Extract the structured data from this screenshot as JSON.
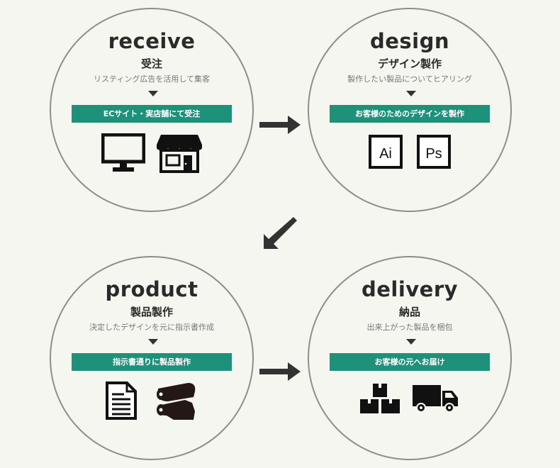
{
  "steps": [
    {
      "title": "receive",
      "subtitle": "受注",
      "description": "リスティング広告を活用して集客",
      "action": "ECサイト・実店舗にて受注",
      "icons": [
        "monitor-icon",
        "shop-icon"
      ]
    },
    {
      "title": "design",
      "subtitle": "デザイン製作",
      "description": "製作したい製品についてヒアリング",
      "action": "お客様のためのデザインを製作",
      "icons": [
        "illustrator-icon",
        "photoshop-icon"
      ],
      "icon_labels": [
        "Ai",
        "Ps"
      ]
    },
    {
      "title": "product",
      "subtitle": "製品製作",
      "description": "決定したデザインを元に指示書作成",
      "action": "指示書通りに製品製作",
      "icons": [
        "document-icon",
        "fabric-roll-icon"
      ]
    },
    {
      "title": "delivery",
      "subtitle": "納品",
      "description": "出来上がった製品を梱包",
      "action": "お客様の元へお届け",
      "icons": [
        "boxes-icon",
        "truck-icon"
      ]
    }
  ],
  "colors": {
    "accent": "#1e917a",
    "background": "#f6f6f1",
    "circle_border": "#8e8e8a",
    "arrow": "#333333"
  }
}
